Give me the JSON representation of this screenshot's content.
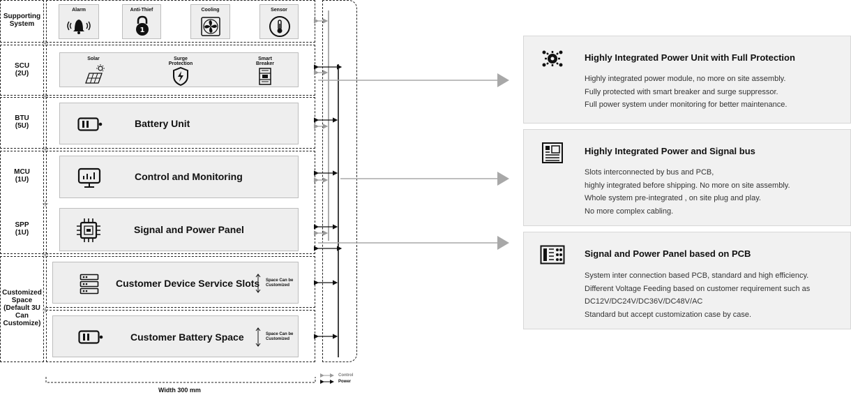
{
  "rows": [
    {
      "label": "Supporting\nSystem"
    },
    {
      "label": "SCU\n(2U)"
    },
    {
      "label": "BTU\n(5U)"
    },
    {
      "label": "MCU\n(1U)"
    },
    {
      "label": "SPP\n(1U)"
    },
    {
      "label": "Customized\nSpace\n(Default 3U\nCan\nCustomize)"
    }
  ],
  "support": {
    "items": [
      {
        "label": "Alarm",
        "icon": "alarm-bell-icon"
      },
      {
        "label": "Anti-Thief",
        "icon": "lock-icon"
      },
      {
        "label": "Cooling",
        "icon": "fan-icon"
      },
      {
        "label": "Sensor",
        "icon": "thermometer-icon"
      }
    ]
  },
  "scu": {
    "items": [
      {
        "label": "Solar",
        "icon": "solar-panel-icon"
      },
      {
        "label": "Surge\nProtection",
        "icon": "surge-shield-icon"
      },
      {
        "label": "Smart\nBreaker",
        "icon": "breaker-icon"
      }
    ]
  },
  "units": {
    "battery": "Battery Unit",
    "control": "Control and Monitoring",
    "signal": "Signal and Power Panel",
    "customer_device": "Customer Device Service Slots",
    "customer_battery": "Customer Battery Space",
    "space_note": "Space Can be\nCustomized"
  },
  "width_label": "Width 300 mm",
  "legend": {
    "control": "Control",
    "power": "Power"
  },
  "colors": {
    "control": "#9a9a9a",
    "power": "#111111",
    "arrow": "#a8a8a8"
  },
  "features": [
    {
      "title": "Highly Integrated Power Unit with Full Protection",
      "icon": "gear-cluster-icon",
      "lines": [
        "Highly integrated power module, no more on site assembly.",
        "Fully protected with smart breaker and surge suppressor.",
        "Full power system under monitoring for better maintenance."
      ]
    },
    {
      "title": "Highly Integrated Power and Signal bus",
      "icon": "circuit-board-icon",
      "lines": [
        "Slots interconnected by bus and PCB,",
        "highly integrated before shipping. No more on site assembly.",
        "Whole system pre-integrated , on site plug and play.",
        "No more complex cabling."
      ]
    },
    {
      "title": "Signal and Power Panel based on PCB",
      "icon": "pcb-panel-icon",
      "lines": [
        "System inter connection based PCB, standard and high efficiency.",
        "Different Voltage Feeding based on customer requirement such as",
        "DC12V/DC24V/DC36V/DC48V/AC",
        "Standard but accept customization case by case."
      ]
    }
  ]
}
